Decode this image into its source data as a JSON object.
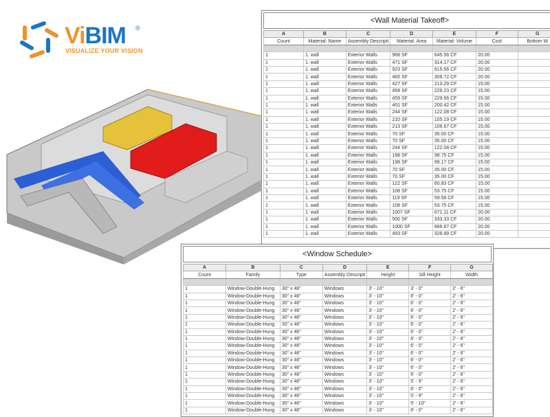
{
  "logo": {
    "brand_vi": "Vi",
    "brand_bim": "BIM",
    "tagline": "VISUALIZE YOUR VISION",
    "registered": "®",
    "colors": {
      "orange": "#f0922b",
      "blue": "#1b76c2"
    }
  },
  "wall_schedule": {
    "title": "<Wall Material Takeoff>",
    "letters": [
      "A",
      "B",
      "C",
      "D",
      "E",
      "F",
      "G"
    ],
    "headers": [
      "Count",
      "Material: Name",
      "Assembly Descripti",
      "Material: Area",
      "Material: Volume",
      "Cost",
      "Bottom W"
    ],
    "rows": [
      [
        "1",
        "1. wall",
        "Exterior Walls",
        "968 SF",
        "645.56 CF",
        "20.00",
        ""
      ],
      [
        "1",
        "1. wall",
        "Exterior Walls",
        "471 SF",
        "314.17 CF",
        "20.00",
        ""
      ],
      [
        "1",
        "1. wall",
        "Exterior Walls",
        "923 SF",
        "615.56 CF",
        "20.00",
        ""
      ],
      [
        "1",
        "1. wall",
        "Exterior Walls",
        "465 SF",
        "309.72 CF",
        "20.00",
        ""
      ],
      [
        "1",
        "1. wall",
        "Exterior Walls",
        "427 SF",
        "213.29 CF",
        "15.00",
        ""
      ],
      [
        "1",
        "1. wall",
        "Exterior Walls",
        "458 SF",
        "229.23 CF",
        "15.00",
        ""
      ],
      [
        "1",
        "1. wall",
        "Exterior Walls",
        "459 SF",
        "229.66 CF",
        "15.00",
        ""
      ],
      [
        "1",
        "1. wall",
        "Exterior Walls",
        "401 SF",
        "200.42 CF",
        "15.00",
        ""
      ],
      [
        "1",
        "1. wall",
        "Exterior Walls",
        "244 SF",
        "122.08 CF",
        "15.00",
        ""
      ],
      [
        "1",
        "1. wall",
        "Exterior Walls",
        "210 SF",
        "105.19 CF",
        "15.00",
        ""
      ],
      [
        "1",
        "1. wall",
        "Exterior Walls",
        "213 SF",
        "106.67 CF",
        "15.00",
        ""
      ],
      [
        "1",
        "1. wall",
        "Exterior Walls",
        "70 SF",
        "35.00 CF",
        "15.00",
        ""
      ],
      [
        "1",
        "1. wall",
        "Exterior Walls",
        "70 SF",
        "35.00 CF",
        "15.00",
        ""
      ],
      [
        "1",
        "1. wall",
        "Exterior Walls",
        "244 SF",
        "122.08 CF",
        "15.00",
        ""
      ],
      [
        "1",
        "1. wall",
        "Exterior Walls",
        "198 SF",
        "98.75 CF",
        "15.00",
        ""
      ],
      [
        "1",
        "1. wall",
        "Exterior Walls",
        "198 SF",
        "99.17 CF",
        "15.00",
        ""
      ],
      [
        "1",
        "1. wall",
        "Exterior Walls",
        "70 SF",
        "35.00 CF",
        "15.00",
        ""
      ],
      [
        "1",
        "1. wall",
        "Exterior Walls",
        "70 SF",
        "35.00 CF",
        "15.00",
        ""
      ],
      [
        "1",
        "1. wall",
        "Exterior Walls",
        "122 SF",
        "60.83 CF",
        "15.00",
        ""
      ],
      [
        "1",
        "1. wall",
        "Exterior Walls",
        "108 SF",
        "53.75 CF",
        "15.00",
        ""
      ],
      [
        "1",
        "1. wall",
        "Exterior Walls",
        "119 SF",
        "59.58 CF",
        "15.00",
        ""
      ],
      [
        "1",
        "1. wall",
        "Exterior Walls",
        "108 SF",
        "53.75 CF",
        "15.00",
        ""
      ],
      [
        "1",
        "1. wall",
        "Exterior Walls",
        "1007 SF",
        "671.11 CF",
        "20.00",
        ""
      ],
      [
        "1",
        "1. wall",
        "Exterior Walls",
        "500 SF",
        "333.33 CF",
        "20.00",
        ""
      ],
      [
        "1",
        "1. wall",
        "Exterior Walls",
        "1000 SF",
        "666.67 CF",
        "20.00",
        ""
      ],
      [
        "1",
        "1. wall",
        "Exterior Walls",
        "493 SF",
        "328.89 CF",
        "20.00",
        ""
      ]
    ]
  },
  "window_schedule": {
    "title": "<Window Schedule>",
    "letters": [
      "A",
      "B",
      "C",
      "D",
      "E",
      "F",
      "G"
    ],
    "headers": [
      "Count",
      "Family",
      "Type",
      "Assembly Descripti",
      "Height",
      "Sill Height",
      "Width"
    ],
    "rows": [
      [
        "1",
        "Window-Double-Hung",
        "30\" x 46\"",
        "Windows",
        "3' - 10\"",
        "3' - 0\"",
        "2' - 6\""
      ],
      [
        "1",
        "Window-Double-Hung",
        "30\" x 46\"",
        "Windows",
        "3' - 10\"",
        "6' - 0\"",
        "2' - 6\""
      ],
      [
        "1",
        "Window-Double-Hung",
        "30\" x 46\"",
        "Windows",
        "3' - 10\"",
        "6' - 0\"",
        "2' - 6\""
      ],
      [
        "1",
        "Window-Double-Hung",
        "30\" x 46\"",
        "Windows",
        "3' - 10\"",
        "6' - 0\"",
        "2' - 6\""
      ],
      [
        "1",
        "Window-Double-Hung",
        "30\" x 46\"",
        "Windows",
        "3' - 10\"",
        "6' - 0\"",
        "2' - 6\""
      ],
      [
        "1",
        "Window-Double-Hung",
        "30\" x 46\"",
        "Windows",
        "3' - 10\"",
        "6' - 0\"",
        "2' - 6\""
      ],
      [
        "1",
        "Window-Double-Hung",
        "30\" x 46\"",
        "Windows",
        "3' - 10\"",
        "6' - 0\"",
        "2' - 6\""
      ],
      [
        "1",
        "Window-Double-Hung",
        "30\" x 46\"",
        "Windows",
        "3' - 10\"",
        "6' - 0\"",
        "2' - 6\""
      ],
      [
        "1",
        "Window-Double-Hung",
        "30\" x 46\"",
        "Windows",
        "3' - 10\"",
        "6' - 0\"",
        "2' - 6\""
      ],
      [
        "1",
        "Window-Double-Hung",
        "30\" x 46\"",
        "Windows",
        "3' - 10\"",
        "6' - 0\"",
        "2' - 6\""
      ],
      [
        "1",
        "Window-Double-Hung",
        "30\" x 46\"",
        "Windows",
        "3' - 10\"",
        "6' - 0\"",
        "2' - 6\""
      ],
      [
        "1",
        "Window-Double-Hung",
        "30\" x 46\"",
        "Windows",
        "3' - 10\"",
        "6' - 0\"",
        "2' - 6\""
      ],
      [
        "1",
        "Window-Double-Hung",
        "30\" x 46\"",
        "Windows",
        "3' - 10\"",
        "6' - 0\"",
        "2' - 6\""
      ],
      [
        "1",
        "Window-Double-Hung",
        "30\" x 46\"",
        "Windows",
        "3' - 10\"",
        "5' - 9\"",
        "2' - 6\""
      ],
      [
        "1",
        "Window-Double-Hung",
        "30\" x 46\"",
        "Windows",
        "3' - 10\"",
        "6' - 0\"",
        "2' - 6\""
      ],
      [
        "1",
        "Window-Double-Hung",
        "30\" x 46\"",
        "Windows",
        "3' - 10\"",
        "5' - 9\"",
        "2' - 6\""
      ],
      [
        "1",
        "Window-Double-Hung",
        "30\" x 46\"",
        "Windows",
        "3' - 10\"",
        "5' - 10\"",
        "2' - 6\""
      ],
      [
        "1",
        "Window-Double-Hung",
        "30\" x 46\"",
        "Windows",
        "3' - 10\"",
        "6' - 0\"",
        "2' - 6\""
      ]
    ]
  }
}
